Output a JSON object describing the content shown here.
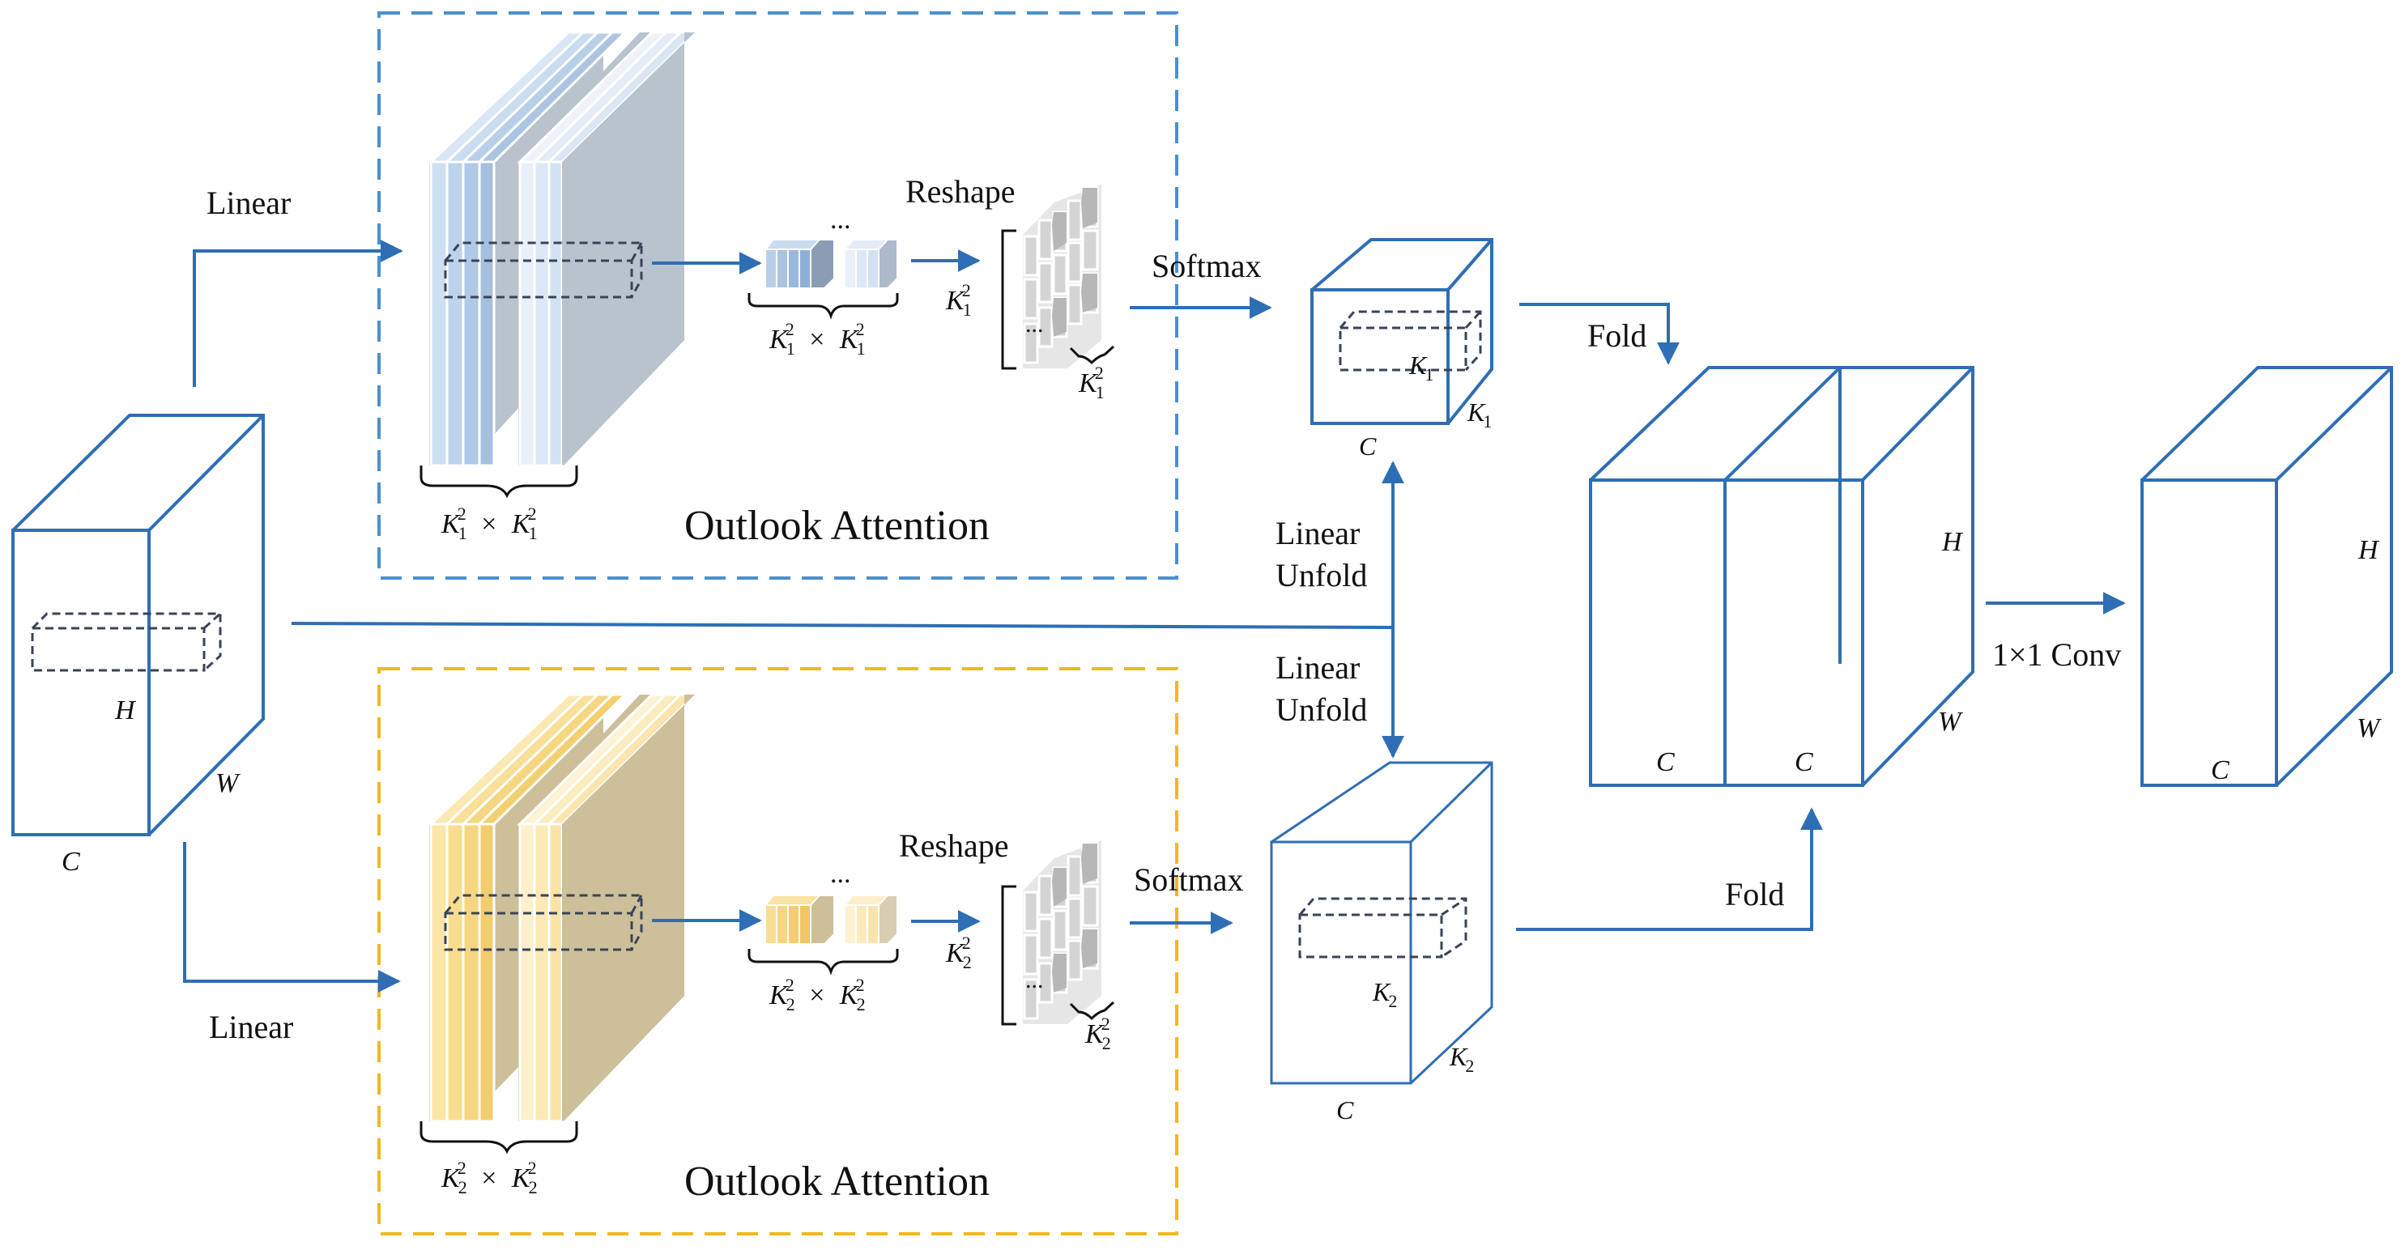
{
  "labels": {
    "linear": "Linear",
    "reshape": "Reshape",
    "softmax": "Softmax",
    "fold": "Fold",
    "linear_unfold_line1": "Linear",
    "linear_unfold_line2": "Unfold",
    "outlook_attention": "Outlook Attention",
    "conv": "1×1 Conv",
    "ellipsis": "...",
    "dots": "..."
  },
  "dims": {
    "C": "C",
    "H": "H",
    "W": "W",
    "K1": "K",
    "K1_sub": "1",
    "K2": "K",
    "K2_sub": "2",
    "sq": "2",
    "times": "×"
  },
  "colors": {
    "arrow": "#2e6eb5",
    "box_blue_dash": "#4a90d0",
    "box_yellow_dash": "#f2b81c",
    "cube_edge": "#2e6eb5",
    "inner_dash": "#3a4456",
    "blue_slab_light": "#c9dcf0",
    "blue_slab_dark": "#9fb5cc",
    "blue_side_gray": "#b9c3cd",
    "yellow_slab_light": "#fbe3a1",
    "yellow_slab_mid": "#f5d77c",
    "yellow_side": "#d7c69a",
    "yellow_back": "#cdbf9a",
    "grid_gray": "#c8c8c8"
  }
}
